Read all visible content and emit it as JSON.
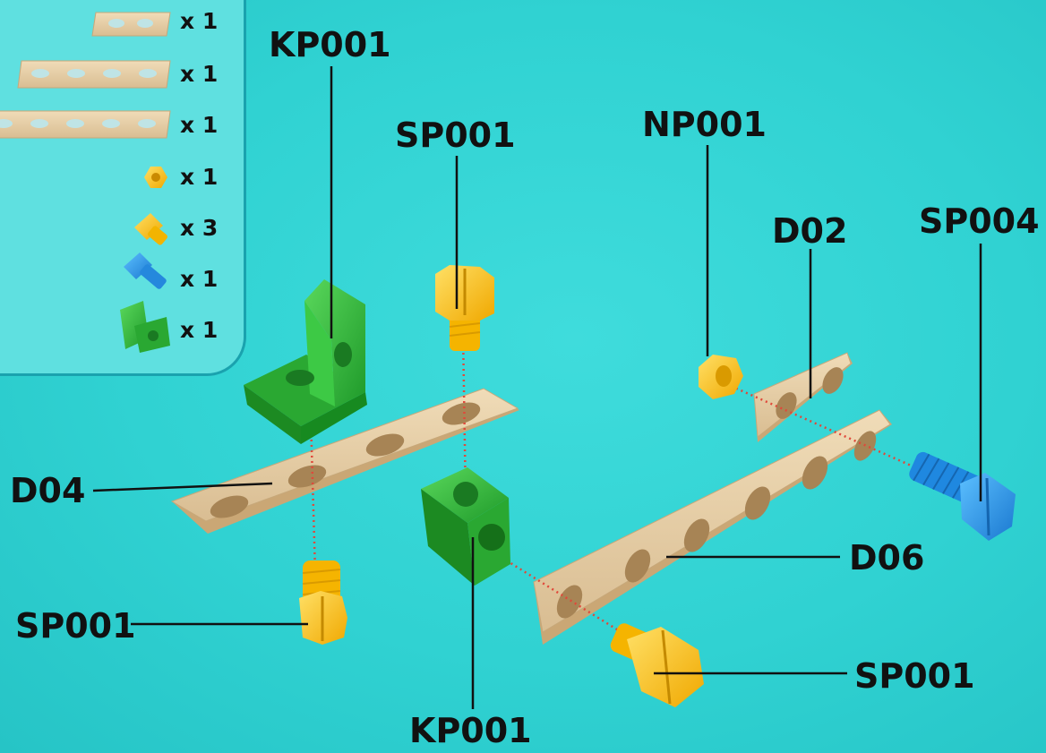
{
  "inventory": {
    "items": [
      {
        "part": "wood-bar-2-holes",
        "quantity": "x 1"
      },
      {
        "part": "wood-bar-4-holes",
        "quantity": "x 1"
      },
      {
        "part": "wood-bar-6-holes",
        "quantity": "x 1"
      },
      {
        "part": "yellow-nut",
        "quantity": "x 1"
      },
      {
        "part": "yellow-short-screw",
        "quantity": "x 3"
      },
      {
        "part": "blue-long-screw",
        "quantity": "x 1"
      },
      {
        "part": "green-angle-block",
        "quantity": "x 1"
      }
    ]
  },
  "labels": {
    "kp001_top": "KP001",
    "sp001_top": "SP001",
    "np001": "NP001",
    "d02": "D02",
    "sp004": "SP004",
    "d04": "D04",
    "d06": "D06",
    "sp001_left": "SP001",
    "sp001_right": "SP001",
    "kp001_bottom": "KP001"
  },
  "colors": {
    "background": "#31d3d3",
    "panel": "#5fe0e0",
    "panel_border": "#1aa2ae",
    "wood": "#e6cfa9",
    "yellow": "#ffc72a",
    "blue": "#2a9bef",
    "green": "#34c23c",
    "guide_dots": "#e0483a"
  }
}
